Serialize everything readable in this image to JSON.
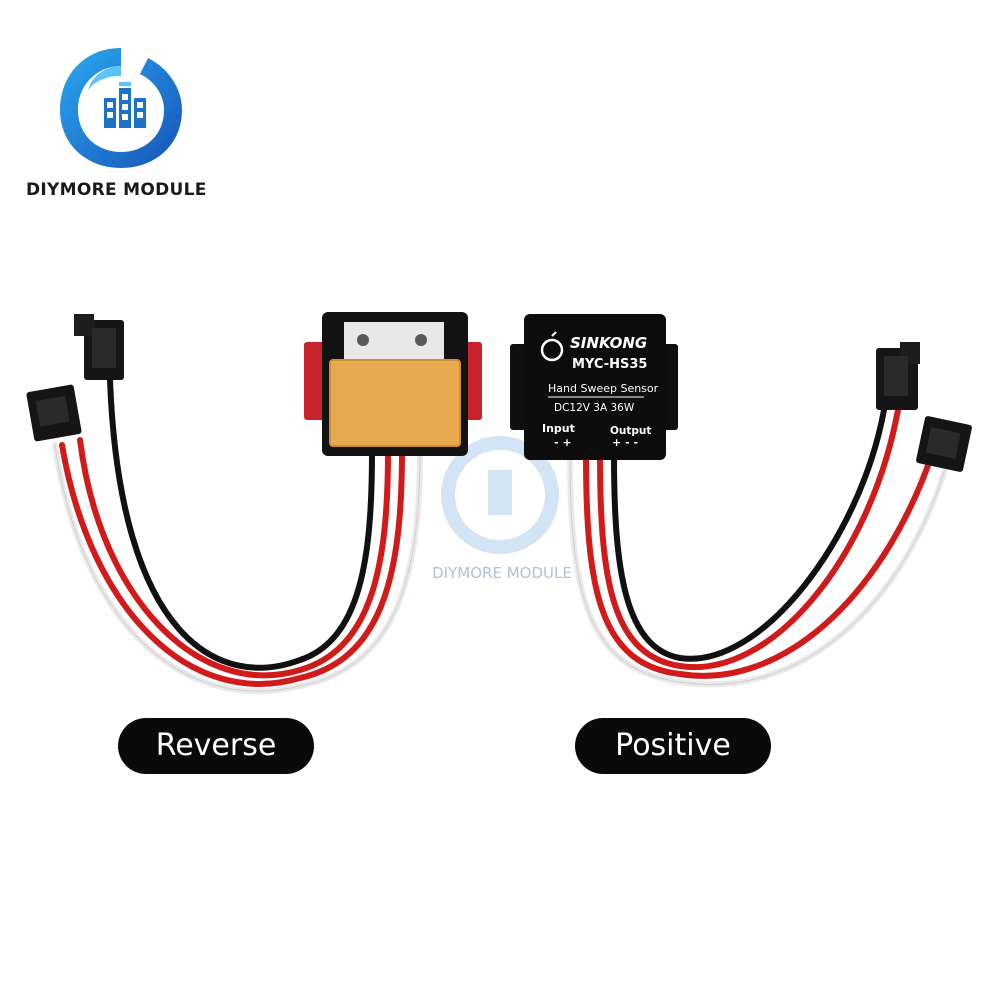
{
  "brand": {
    "name": "DIYMORE MODULE"
  },
  "watermark": {
    "text": "DIYMORE MODULE"
  },
  "device_front": {
    "brand": "SINKONG",
    "model": "MYC-HS35",
    "type": "Hand Sweep Sensor",
    "rating": "DC12V 3A 36W",
    "input_label": "Input",
    "input_polarity": "- +",
    "output_label": "Output",
    "output_polarity": "+ - -"
  },
  "labels": {
    "reverse": "Reverse",
    "positive": "Positive"
  },
  "colors": {
    "pill": "#0a0a0a",
    "logo_blue": "#1e73c8",
    "wire_red": "#d11b1b",
    "wire_black": "#111111",
    "wire_white": "#f2f2f2",
    "tape_orange": "#e9a94f",
    "tape_red": "#c8232a"
  }
}
